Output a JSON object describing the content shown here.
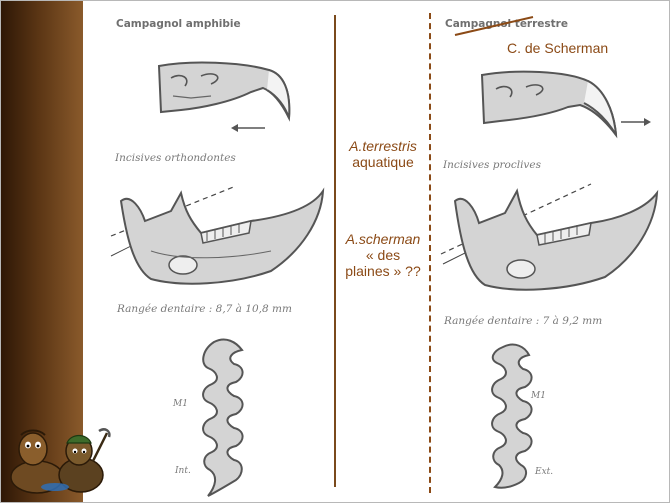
{
  "left_panel": {
    "title": "Campagnol amphibie",
    "incisor_caption": "Incisives orthondontes",
    "row_caption": "Rangée dentaire : 8,7 à 10,8 mm",
    "molar_label_top": "M1",
    "molar_label_bottom": "Int."
  },
  "right_panel": {
    "title": "Campagnol terrestre",
    "correction": "C. de Scherman",
    "incisor_caption": "Incisives proclives",
    "row_caption": "Rangée dentaire : 7 à 9,2 mm",
    "molar_label_top": "M1",
    "molar_label_bottom": "Ext."
  },
  "middle": {
    "species1_name": "A.terrestris",
    "species1_desc": "aquatique",
    "species2_name": "A.scherman",
    "species2_desc_line1": "« des",
    "species2_desc_line2": "plaines » ??"
  },
  "colors": {
    "accent_brown": "#8b4a16",
    "sidebar_dark": "#2e1706",
    "drawing_gray": "#d4d4d4"
  }
}
